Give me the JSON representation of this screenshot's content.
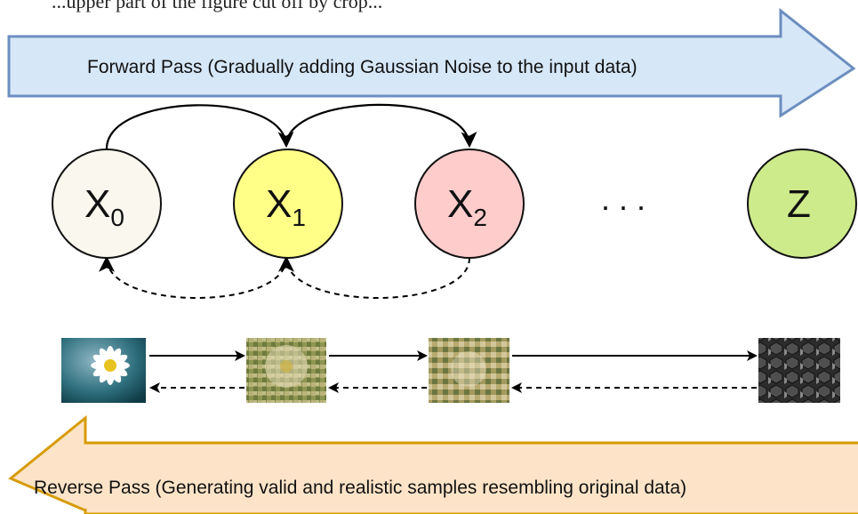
{
  "top_cut_text": "...upper part of the figure cut off by crop...",
  "forward_pass": {
    "label": "Forward Pass (Gradually adding Gaussian Noise to the input data)",
    "color": "#d6e7f8",
    "stroke": "#6c8ebf"
  },
  "reverse_pass": {
    "label": "Reverse Pass (Generating valid and realistic samples resembling original data)",
    "color": "#fde4c8",
    "stroke": "#d79b00"
  },
  "nodes": [
    {
      "id": "x0",
      "main": "X",
      "sub": "0",
      "color": "#f9f7ee"
    },
    {
      "id": "x1",
      "main": "X",
      "sub": "1",
      "color": "#ffff88"
    },
    {
      "id": "x2",
      "main": "X",
      "sub": "2",
      "color": "#ffcccc"
    },
    {
      "id": "z",
      "main": "Z",
      "sub": "",
      "color": "#cdeb8b"
    }
  ],
  "ellipsis": ". . .",
  "samples": [
    {
      "id": "flower-original",
      "description": "daisy"
    },
    {
      "id": "flower-noisy-1"
    },
    {
      "id": "flower-noisy-2"
    },
    {
      "id": "pure-noise"
    }
  ]
}
